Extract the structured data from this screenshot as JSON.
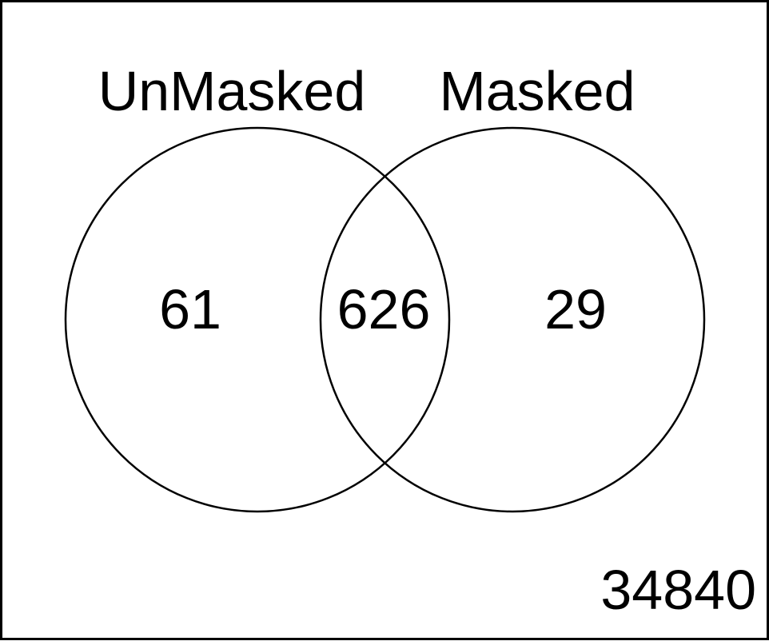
{
  "diagram": {
    "type": "venn",
    "sets": [
      {
        "label": "UnMasked"
      },
      {
        "label": "Masked"
      }
    ],
    "regions": {
      "unmasked_only": "61",
      "intersection": "626",
      "masked_only": "29",
      "outside": "34840"
    }
  },
  "chart_data": {
    "type": "venn",
    "sets": [
      "UnMasked",
      "Masked"
    ],
    "values": {
      "UnMasked_only": 61,
      "UnMasked_and_Masked": 626,
      "Masked_only": 29,
      "neither": 34840
    }
  }
}
